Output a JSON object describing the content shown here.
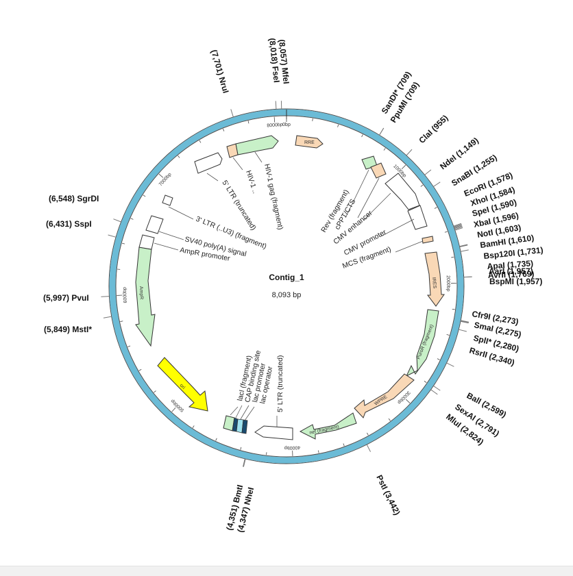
{
  "plasmid": {
    "name": "Contig_1",
    "length_label": "8,093 bp",
    "length_bp": 8093,
    "backbone_color": "#6bbbd6"
  },
  "ticks": [
    "0bp",
    "1000bp",
    "2000bp",
    "3000bp",
    "4000bp",
    "5000bp",
    "6000bp",
    "7000bp",
    "8000bp"
  ],
  "sites": [
    {
      "label": "SanDI* (709)",
      "bp": 709
    },
    {
      "label": "PpuMI (709)",
      "bp": 709
    },
    {
      "label": "ClaI (955)",
      "bp": 955
    },
    {
      "label": "NdeI (1,149)",
      "bp": 1149
    },
    {
      "label": "SnaBI (1,255)",
      "bp": 1255
    },
    {
      "label": "EcoRI (1,578)",
      "bp": 1578
    },
    {
      "label": "XhoI (1,584)",
      "bp": 1584
    },
    {
      "label": "SpeI (1,590)",
      "bp": 1590
    },
    {
      "label": "XbaI (1,596)",
      "bp": 1596
    },
    {
      "label": "NotI (1,603)",
      "bp": 1603
    },
    {
      "label": "BamHI (1,610)",
      "bp": 1610
    },
    {
      "label": "Bsp120I (1,731)",
      "bp": 1731
    },
    {
      "label": "ApaI (1,735)",
      "bp": 1735
    },
    {
      "label": "AvrII (1,769)",
      "bp": 1769
    },
    {
      "label": "AarI (1,957)",
      "bp": 1957
    },
    {
      "label": "BspMI (1,957)",
      "bp": 1957
    },
    {
      "label": "Cfr9I (2,273)",
      "bp": 2273
    },
    {
      "label": "SmaI (2,275)",
      "bp": 2275
    },
    {
      "label": "SplI* (2,280)",
      "bp": 2280
    },
    {
      "label": "RsrII (2,340)",
      "bp": 2340
    },
    {
      "label": "BalI (2,599)",
      "bp": 2599
    },
    {
      "label": "SexAI (2,791)",
      "bp": 2791
    },
    {
      "label": "MluI (2,824)",
      "bp": 2824
    },
    {
      "label": "PstI (3,442)",
      "bp": 3442
    },
    {
      "label": "(4,351) BmtI",
      "bp": 4351
    },
    {
      "label": "(4,347) NheI",
      "bp": 4347
    },
    {
      "label": "(5,849) MstI*",
      "bp": 5849
    },
    {
      "label": "(5,997) PvuI",
      "bp": 5997
    },
    {
      "label": "(6,431) SspI",
      "bp": 6431
    },
    {
      "label": "(6,548) SgrDI",
      "bp": 6548
    },
    {
      "label": "(7,701) NruI",
      "bp": 7701
    },
    {
      "label": "(8,018) FseI",
      "bp": 8018
    },
    {
      "label": "(8,057) MfeI",
      "bp": 8057
    }
  ],
  "features": [
    {
      "name": "RRE",
      "inner_label": "RRE",
      "color": "#f9d8b6"
    },
    {
      "name": "Rev (fragment)",
      "color": "#c8f0c8"
    },
    {
      "name": "cPPT/CTS",
      "color": "#f9d8b6"
    },
    {
      "name": "CMV enhancer",
      "color": "#ffffff"
    },
    {
      "name": "CMV promoter",
      "color": "#ffffff"
    },
    {
      "name": "MCS (fragment)",
      "color": "#f9d8b6"
    },
    {
      "name": "IRES",
      "inner_label": "IRES",
      "color": "#f9d8b6"
    },
    {
      "name": "PuroR (fragment)",
      "inner_label": "PuroR (fragment)",
      "color": "#c8f0c8"
    },
    {
      "name": "WPRE",
      "inner_label": "WPRE",
      "color": "#f9d8b6"
    },
    {
      "name": "nef (fragment)",
      "inner_label": "nef (fragment)",
      "color": "#c8f0c8"
    },
    {
      "name": "5' LTR (truncated)",
      "color": "#ffffff"
    },
    {
      "name": "lac operator",
      "color": "#ffffff"
    },
    {
      "name": "lac promoter",
      "color": "#ffffff"
    },
    {
      "name": "CAP binding site",
      "color": "#ffffff"
    },
    {
      "name": "lacI (fragment)",
      "color": "#c8f0c8"
    },
    {
      "name": "ori",
      "inner_label": "ori",
      "color": "#ffff00"
    },
    {
      "name": "AmpR",
      "inner_label": "AmpR",
      "color": "#c8f0c8"
    },
    {
      "name": "AmpR promoter",
      "color": "#ffffff"
    },
    {
      "name": "SV40 poly(A) signal",
      "color": "#ffffff"
    },
    {
      "name": "3' LTR (ΔU3) (fragment)",
      "color": "#ffffff"
    },
    {
      "name": "5' LTR (truncated)",
      "color": "#ffffff"
    },
    {
      "name": "HIV-1 Ψ",
      "display": "HIV-1 ..",
      "color": "#f9d8b6"
    },
    {
      "name": "HIV-1 gag (fragment)",
      "color": "#c8f0c8"
    }
  ],
  "feature_labels": {
    "rev": "Rev (fragment)",
    "cppt": "cPPT/CTS",
    "cmv_enh": "CMV enhancer",
    "cmv_prom": "CMV promoter",
    "mcs": "MCS (fragment)",
    "ltr3": "3' LTR (..U3) (fragment)",
    "sv40": "SV40 poly(A) signal",
    "ampr_prom": "AmpR promoter",
    "ltr5_top": "5' LTR (truncated)",
    "hiv_psi": "HIV-1 ..",
    "gag": "HIV-1 gag (fragment)",
    "laci": "lacI (fragment)",
    "cap": "CAP binding site",
    "lacp": "lac promoter",
    "laco": "lac operator",
    "ltr5_bottom": "5' LTR (truncated)"
  },
  "inner_labels": {
    "rre": "RRE",
    "ires": "IRES",
    "puro": "PuroR (fragment)",
    "wpre": "WPRE",
    "nef": "nef (fragment)",
    "ori": "ori",
    "ampr": "AmpR"
  }
}
